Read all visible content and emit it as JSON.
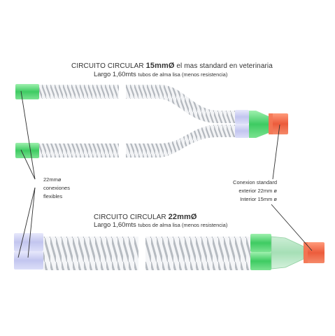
{
  "top": {
    "title_prefix": "CIRCUITO CIRCULAR",
    "title_size": "15mmØ",
    "title_suffix": "el mas standard en veterinaria",
    "length_label": "Largo 1,60mts",
    "length_note": "tubos de alma lisa (menos resistencia)"
  },
  "bottom": {
    "title_prefix": "CIRCUITO CIRCULAR",
    "title_size": "22mmØ",
    "length_label": "Largo 1,60mts",
    "length_note": "tubos de alma lisa (menos resistencia)"
  },
  "left_note": [
    "22mmø",
    "conexiones",
    "flexibles"
  ],
  "right_note": [
    "Conexion standard",
    "exterior 22mm ø",
    "Interior 15mm ø"
  ],
  "colors": {
    "green_connector": "#4ccf6e",
    "orange_connector": "#ee6a4a",
    "lavender_connector": "#c7c9f0",
    "tube_spiral": "#bfc3c8"
  }
}
